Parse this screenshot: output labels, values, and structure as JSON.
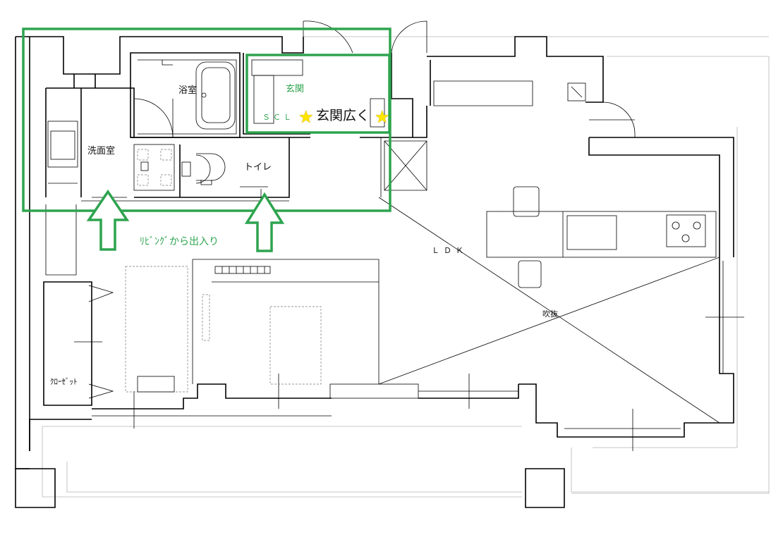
{
  "colors": {
    "highlight": "#2ea44f",
    "star": "#ffe600",
    "wall": "#000000"
  },
  "rooms": {
    "bathroom": "浴室",
    "washroom": "洗面室",
    "toilet": "トイレ",
    "entrance": "玄関",
    "scl": "ＳＣＬ",
    "ldk": "ＬＤＫ",
    "void": "吹抜",
    "closet": "ｸﾛｰｾﾞｯﾄ"
  },
  "annotations": {
    "entrance_wider": "玄関広く",
    "entry_from_living": "ﾘﾋﾞﾝｸﾞから出入り"
  },
  "icons": [
    "star-icon",
    "up-arrow-icon"
  ]
}
